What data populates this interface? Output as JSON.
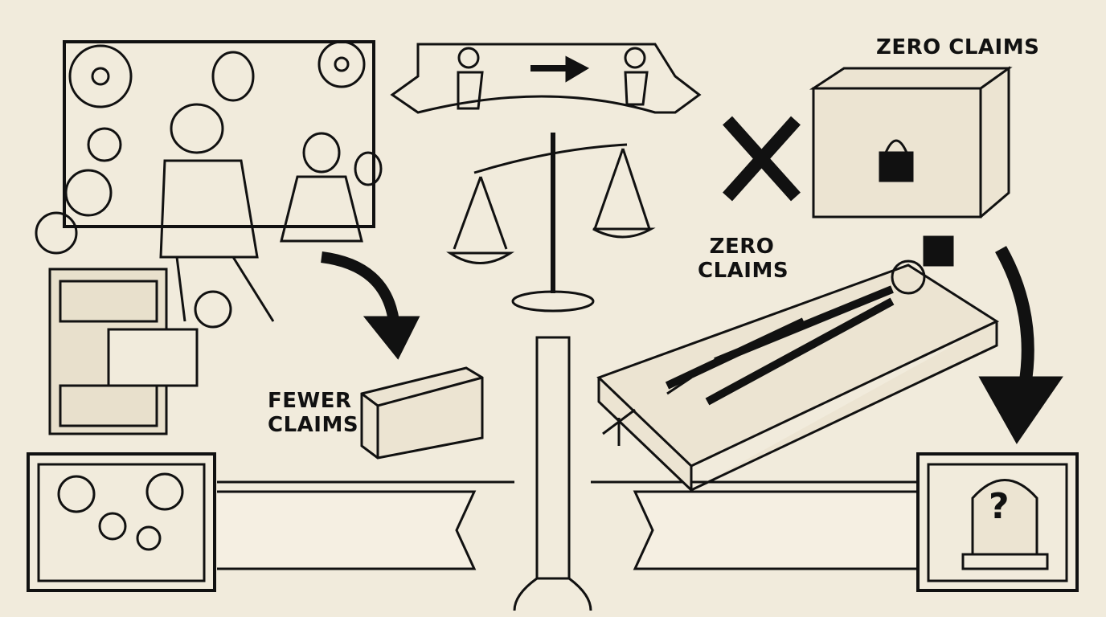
{
  "labels": {
    "fewer_claims_line1": "FEWER",
    "fewer_claims_line2": "CLAIMS",
    "zero_claims_top": "ZERO CLAIMS",
    "zero_claims_mid_line1": "ZERO",
    "zero_claims_mid_line2": "CLAIMS",
    "tombstone_mark": "?"
  },
  "colors": {
    "paper": "#f1ebdc",
    "ink": "#111111"
  }
}
